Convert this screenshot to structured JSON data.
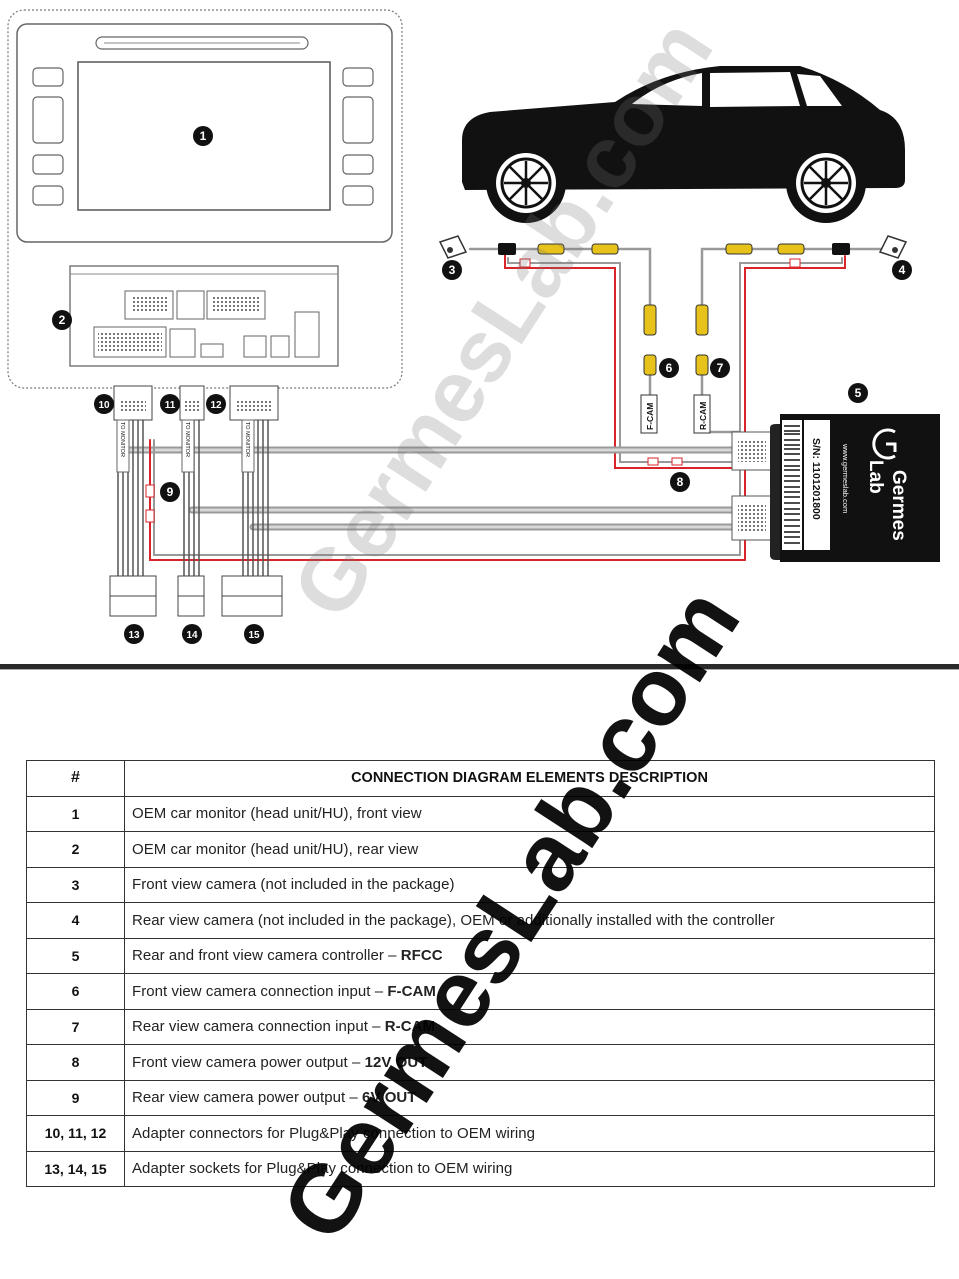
{
  "diagram": {
    "callouts": [
      "1",
      "2",
      "3",
      "4",
      "5",
      "6",
      "7",
      "8",
      "9",
      "10",
      "11",
      "12",
      "13",
      "14",
      "15"
    ],
    "cable_labels": {
      "f_cam": "F-CAM",
      "r_cam": "R-CAM"
    },
    "controller": {
      "brand_line1": "Germes",
      "brand_line2": "Lab",
      "serial": "S/N: 1101201800",
      "website": "www.germeslab.com"
    },
    "harness_labels": {
      "a": "TO MONITOR",
      "b": "TO MONITOR",
      "c": "TO MONITOR"
    },
    "colors": {
      "power_wire": "#d9252a",
      "video_wire": "#e6c21a",
      "body": "#111111"
    }
  },
  "watermark": "GermesLab.com",
  "table": {
    "header_num": "#",
    "header_desc": "CONNECTION DIAGRAM ELEMENTS DESCRIPTION",
    "rows": [
      {
        "num": "1",
        "text": "OEM car monitor (head unit/HU), front view",
        "bold": ""
      },
      {
        "num": "2",
        "text": "OEM car monitor (head unit/HU), rear view",
        "bold": ""
      },
      {
        "num": "3",
        "text": "Front view camera (not included in the package)",
        "bold": ""
      },
      {
        "num": "4",
        "text": "Rear view camera (not included in the package), OEM or additionally installed with the controller",
        "bold": ""
      },
      {
        "num": "5",
        "text": "Rear and front view camera controller – ",
        "bold": "RFCC"
      },
      {
        "num": "6",
        "text": "Front view camera connection input – ",
        "bold": "F-CAM"
      },
      {
        "num": "7",
        "text": "Rear view camera connection input – ",
        "bold": "R-CAM"
      },
      {
        "num": "8",
        "text": "Front view camera power output – ",
        "bold": "12V OUT"
      },
      {
        "num": "9",
        "text": "Rear view camera power output – ",
        "bold": "6V OUT"
      },
      {
        "num": "10, 11, 12",
        "text": "Adapter connectors for Plug&Play connection to OEM wiring",
        "bold": ""
      },
      {
        "num": "13, 14, 15",
        "text": "Adapter sockets for Plug&Play connection to OEM wiring",
        "bold": ""
      }
    ]
  }
}
